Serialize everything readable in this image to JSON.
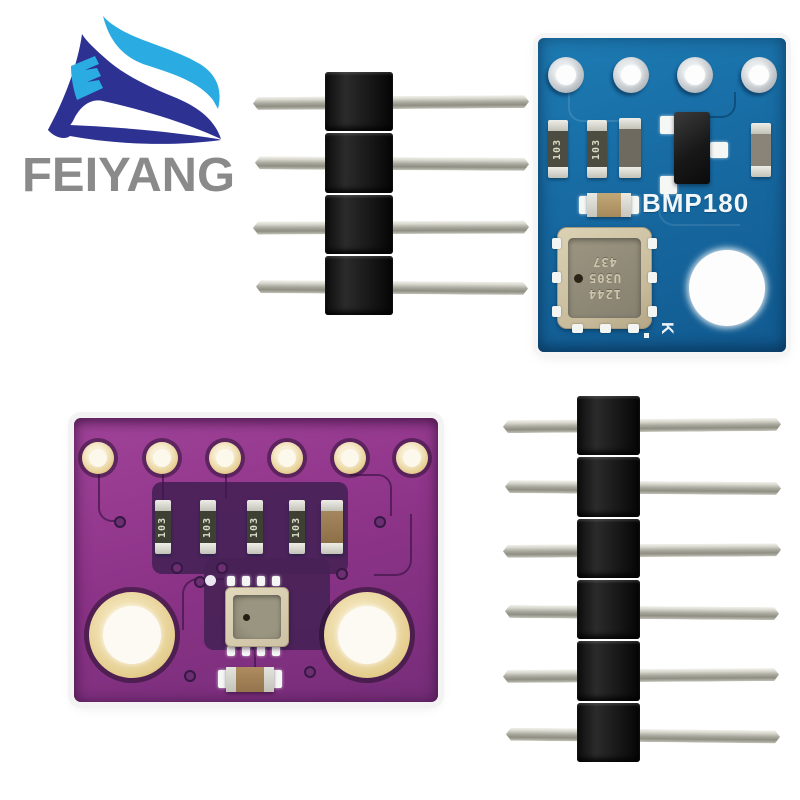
{
  "meta": {
    "description": "Product photo collage of FEIYANG barometric pressure sensor modules (BMP180 blue board, purple GY breakout board) with 4-pin and 6-pin male pin headers",
    "background": "#ffffff"
  },
  "logo": {
    "brand": "FEIYANG",
    "colors": {
      "dark_blue": "#2c3192",
      "light_blue": "#2aabe2",
      "text_gray": "#8a8a8a"
    }
  },
  "header_4pin": {
    "pin_count": 4,
    "pin_color": "#c9c9c0",
    "body_color": "#1b1b1b"
  },
  "header_6pin": {
    "pin_count": 6,
    "pin_color": "#c9c9c0",
    "body_color": "#1b1b1b"
  },
  "bmp180_board": {
    "silkscreen_label": "BMP180",
    "corner_mark": "K",
    "pcb_color": "#176aa2",
    "hole_count": 4,
    "resistor_labels": [
      "103",
      "103"
    ],
    "sensor_chip": {
      "marking_lines": [
        "437",
        "U305",
        "1244"
      ],
      "rotation_deg": 180
    }
  },
  "purple_board": {
    "pcb_color": "#8e3489",
    "hole_count": 6,
    "resistor_labels": [
      "103",
      "103",
      "103",
      "103"
    ]
  }
}
